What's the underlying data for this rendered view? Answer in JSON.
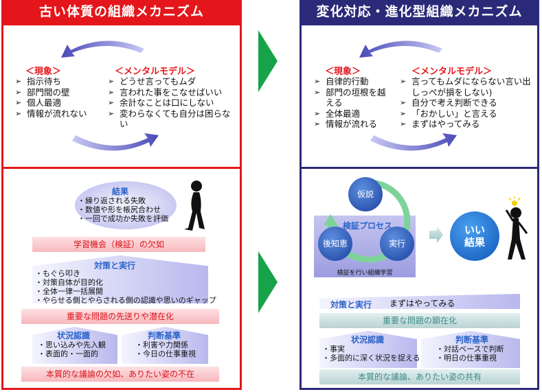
{
  "left": {
    "title": "古い体質の組織メカニズム",
    "phenomenon_label": "＜現象＞",
    "phenomena": [
      "指示待ち",
      "部門間の壁",
      "個人最適",
      "情報が流れない"
    ],
    "mental_label": "＜メンタルモデル＞",
    "mental": [
      "どうせ言ってもムダ",
      "言われた事をこなせばいい",
      "余計なことは口にしない",
      "変わらなくても自分は困らない"
    ],
    "result_title": "結果",
    "result_items": [
      "・繰り返される失敗",
      "・数値や形を帳尻合わせ",
      "・一回で成功か失敗を評価"
    ],
    "bar1": "学習機会（検証）の欠如",
    "action_title": "対策と実行",
    "action_items": [
      "・もぐら叩き",
      "・対策自体が目的化",
      "・全体一律一括展開",
      "・やらせる側とやらされる側の認識や思いのギャップ"
    ],
    "bar2": "重要な問題の先送りや潜在化",
    "situation_title": "状況認識",
    "situation_items": [
      "・思い込みや先入観",
      "・表面的・一面的"
    ],
    "judge_title": "判断基準",
    "judge_items": [
      "・利害や力関係",
      "・今日の仕事重視"
    ],
    "bar3": "本質的な議論の欠如、ありたい姿の不在"
  },
  "right": {
    "title": "変化対応・進化型組織メカニズム",
    "phenomenon_label": "＜現象＞",
    "phenomena": [
      "自律的行動",
      "部門の垣根を越える",
      "全体最適",
      "情報が流れる"
    ],
    "mental_label": "＜メンタルモデル＞",
    "mental": [
      "言ってもムダにならない言い出しっぺが損をしない)",
      "自分で考え判断できる",
      "「おかしい」と言える",
      "まずはやってみる"
    ],
    "process_title": "検証プロセス",
    "node_hypothesis": "仮説",
    "node_execute": "実行",
    "node_knowledge": "後知恵",
    "process_caption": "検証を行い組織学習",
    "result_line1": "いい",
    "result_line2": "結果",
    "action_title": "対策と実行",
    "action_text": "まずはやってみる",
    "bar2": "重要な問題の顕在化",
    "situation_title": "状況認識",
    "situation_items": [
      "・事実",
      "・多面的に深く状況を捉える"
    ],
    "judge_title": "判断基準",
    "judge_items": [
      "・対話ベースで判断",
      "・明日の仕事重視"
    ],
    "bar3": "本質的な議論、ありたい姿の共有"
  },
  "colors": {
    "red": "#e4161b",
    "navy": "#2b2a78",
    "arrow_green": "#18a24a",
    "accent_blue": "#2a63c9"
  }
}
